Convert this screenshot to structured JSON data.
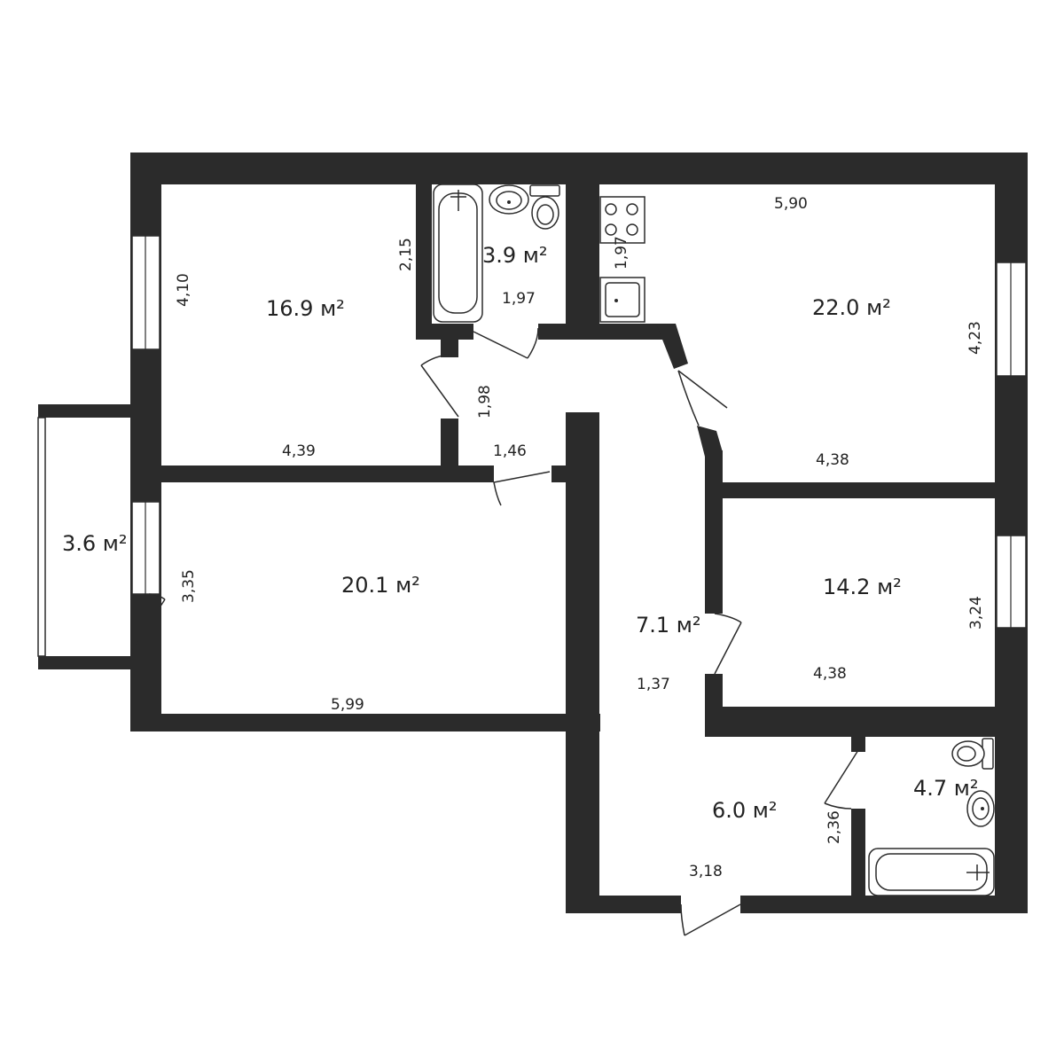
{
  "rooms": {
    "room_16_9": {
      "area": "16.9 м²"
    },
    "bath_top": {
      "area": "3.9 м²"
    },
    "kitchen": {
      "area": "22.0 м²"
    },
    "balcony": {
      "area": "3.6 м²"
    },
    "room_20_1": {
      "area": "20.1 м²"
    },
    "room_14_2": {
      "area": "14.2 м²"
    },
    "corridor": {
      "area": "7.1 м²"
    },
    "hall": {
      "area": "6.0 м²"
    },
    "bath_bottom": {
      "area": "4.7 м²"
    }
  },
  "dimensions": {
    "d_410": "4,10",
    "d_439": "4,39",
    "d_215": "2,15",
    "d_197_bath": "1,97",
    "d_198": "1,98",
    "d_146": "1,46",
    "d_590": "5,90",
    "d_197_kitchen": "1,97",
    "d_423": "4,23",
    "d_438_kitchen": "4,38",
    "d_335": "3,35",
    "d_599": "5,99",
    "d_324": "3,24",
    "d_438_room": "4,38",
    "d_137": "1,37",
    "d_236": "2,36",
    "d_318": "3,18"
  },
  "colors": {
    "wall": "#2b2b2b",
    "background": "#ffffff"
  },
  "icons": [
    "bathtub-icon",
    "sink-icon",
    "toilet-icon",
    "stove-icon",
    "kitchen-sink-icon"
  ]
}
